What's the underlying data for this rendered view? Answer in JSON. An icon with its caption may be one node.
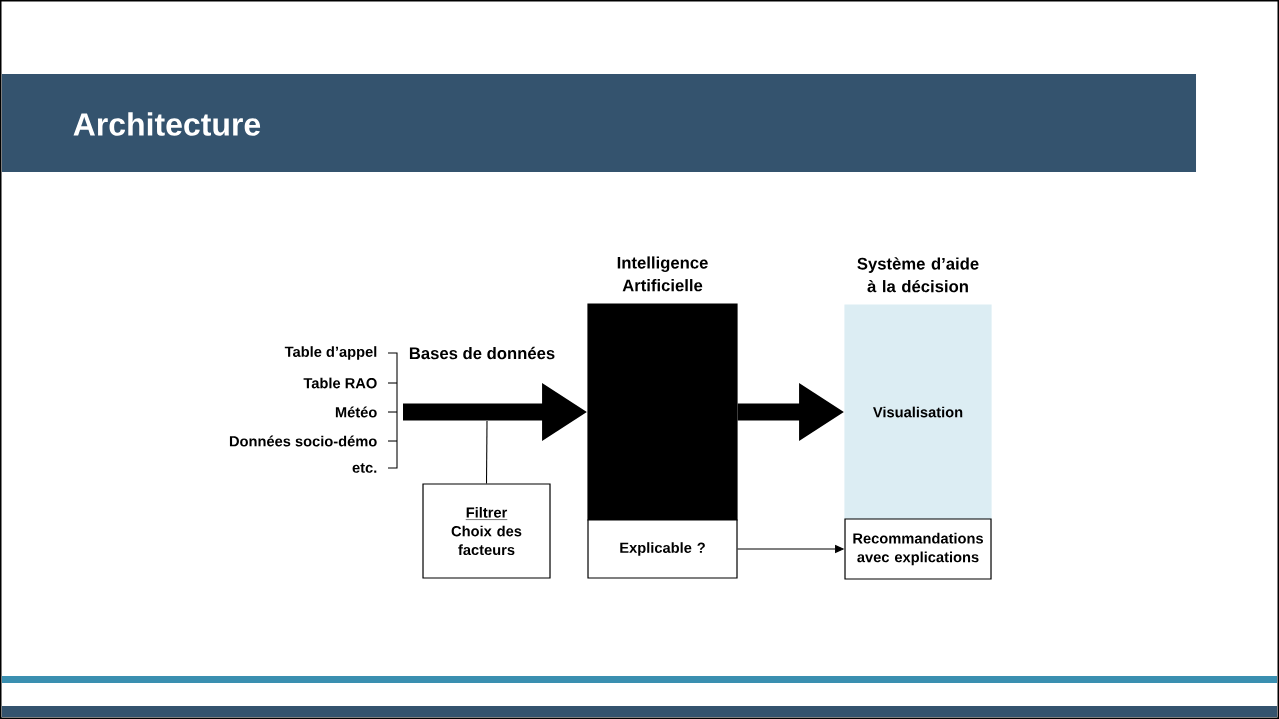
{
  "diagram": {
    "title": "Architecture",
    "nodes": [
      {
        "text": [
          "Intelligence Artificielle"
        ]
      },
      {
        "text": [
          "Explicable ?"
        ]
      },
      {
        "text": [
          "Système d’aide à la décision",
          "Visualisation"
        ]
      },
      {
        "text": [
          "Recommandations avec explications"
        ]
      },
      {
        "text": [
          "Filtrer",
          "Choix des facteurs"
        ]
      }
    ],
    "edges": [
      {
        "from": null,
        "to": 0,
        "arrow": "to",
        "label": "Bases de données",
        "style": "thick"
      },
      {
        "from": 0,
        "to": 2,
        "arrow": "to",
        "style": "thick"
      },
      {
        "from": 1,
        "to": 3,
        "arrow": "to"
      },
      {
        "from": 4,
        "to": null,
        "arrow": "none"
      }
    ],
    "labels": [
      "Table d’appel",
      "Table RAO",
      "Météo",
      "Données socio-démo",
      "etc."
    ]
  }
}
